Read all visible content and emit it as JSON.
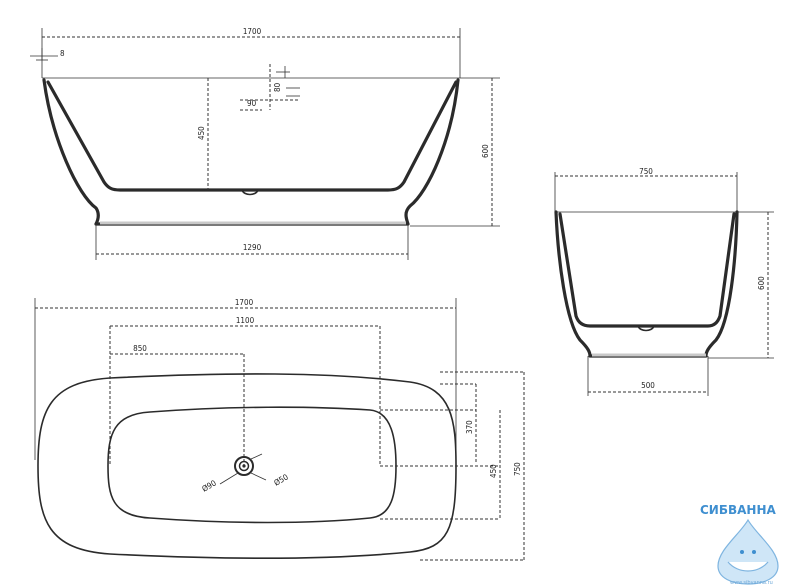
{
  "side_view": {
    "dim_length": "1700",
    "dim_rim": "8",
    "dim_overflow_v": "80",
    "dim_overflow_h": "90",
    "dim_depth": "450",
    "dim_height": "600",
    "dim_base": "1290"
  },
  "end_view": {
    "dim_width": "750",
    "dim_height": "600",
    "dim_base": "500"
  },
  "top_view": {
    "dim_length": "1700",
    "dim_inner": "1100",
    "dim_drain_pos": "850",
    "dim_inner_width": "370",
    "dim_half": "450",
    "dim_width": "750",
    "dim_drain_d1": "Ø90",
    "dim_drain_d2": "Ø50"
  },
  "logo": {
    "text": "СИБВАННА",
    "url": "www.sibvanna.ru",
    "color": "#3f8fd0"
  }
}
